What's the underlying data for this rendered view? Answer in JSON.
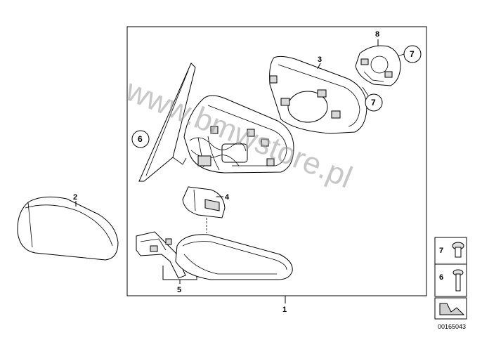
{
  "labels": {
    "main_assembly": "1",
    "cap": "2",
    "mirror_glass": "3",
    "cover_plate": "4",
    "bracket": "5",
    "triangle_seal": "6",
    "motor": "8",
    "screw_a": "7",
    "screw_b": "7",
    "side_screw_7": "7",
    "side_screw_6": "6"
  },
  "watermark": "www.bmwstore.pl",
  "diagram_code": "00165043"
}
